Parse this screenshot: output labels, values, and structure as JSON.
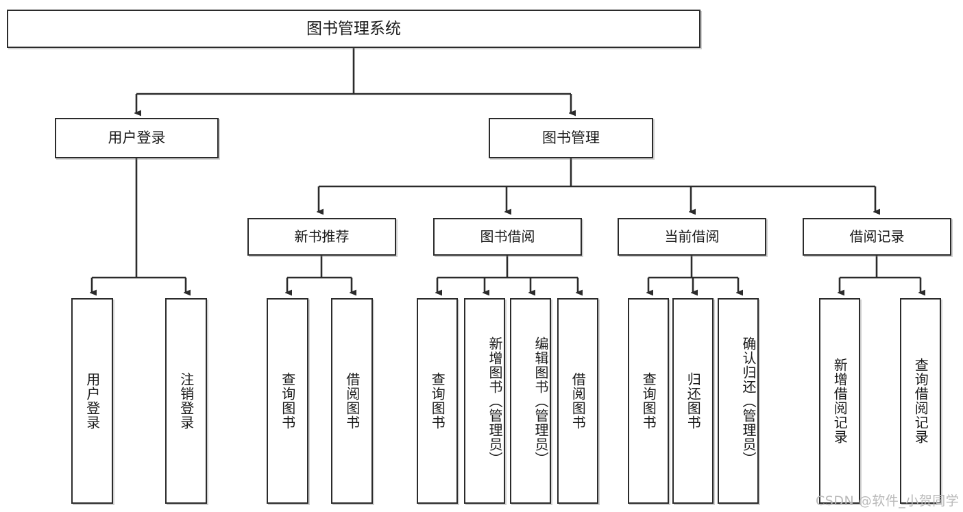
{
  "diagram": {
    "title": "图书管理系统",
    "watermark": "CSDN @软件_小贺同学",
    "colors": {
      "box_border": "#2b2b2b",
      "box_fill": "#ffffff",
      "connector": "#2b2b2b",
      "text": "#1a1a1a",
      "watermark": "#b9b9b9",
      "background": "#ffffff"
    },
    "root": {
      "label": "图书管理系统"
    },
    "level1": [
      {
        "label": "用户登录"
      },
      {
        "label": "图书管理"
      }
    ],
    "level2": [
      {
        "label": "新书推荐"
      },
      {
        "label": "图书借阅"
      },
      {
        "label": "当前借阅"
      },
      {
        "label": "借阅记录"
      }
    ],
    "leaves": {
      "user_login": [
        {
          "label": "用户登录"
        },
        {
          "label": "注销登录"
        }
      ],
      "new_book_recommend": [
        {
          "label": "查询图书"
        },
        {
          "label": "借阅图书"
        }
      ],
      "book_borrow": [
        {
          "label": "查询图书"
        },
        {
          "label": "新增图书（管理员）"
        },
        {
          "label": "编辑图书（管理员）"
        },
        {
          "label": "借阅图书"
        }
      ],
      "current_borrow": [
        {
          "label": "查询图书"
        },
        {
          "label": "归还图书"
        },
        {
          "label": "确认归还（管理员）"
        }
      ],
      "borrow_record": [
        {
          "label": "新增借阅记录"
        },
        {
          "label": "查询借阅记录"
        }
      ]
    }
  }
}
